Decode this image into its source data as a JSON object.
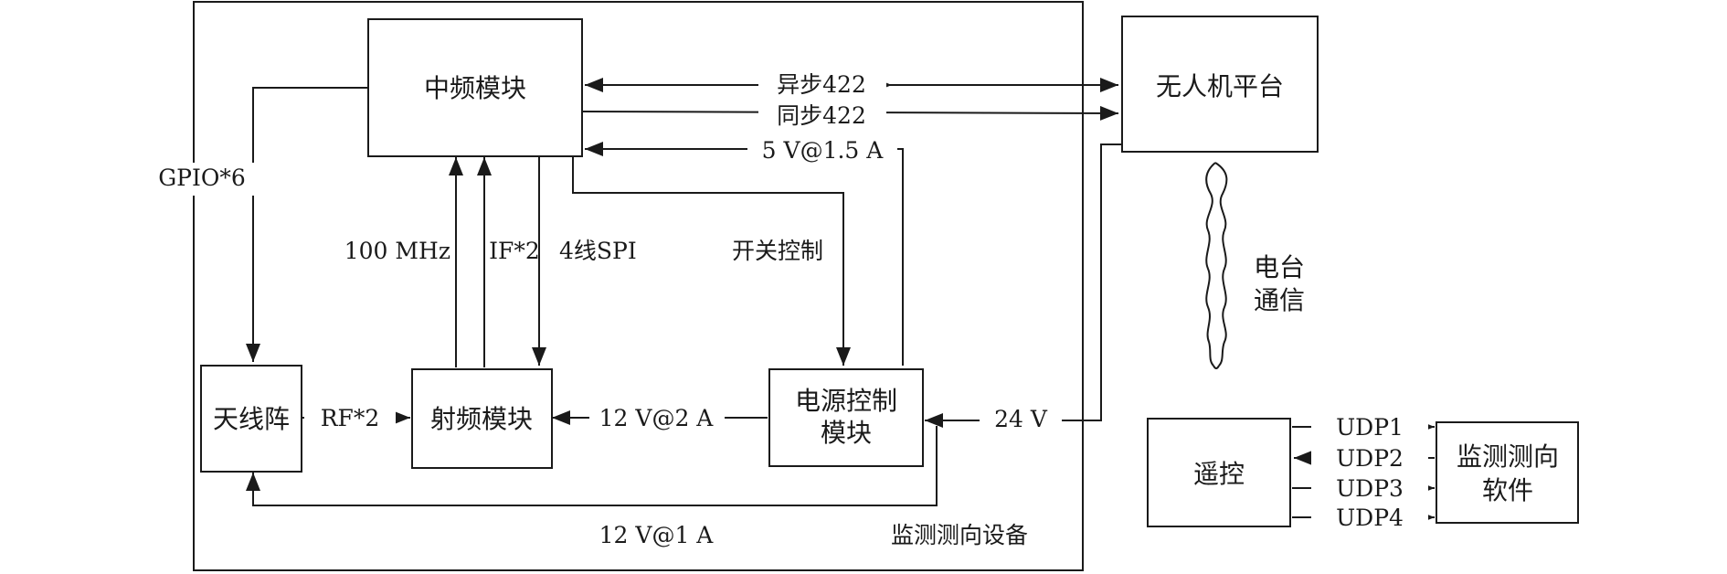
{
  "blocks": {
    "if_module": "中频模块",
    "uav_platform": "无人机平台",
    "antenna_array": "天线阵",
    "rf_module": "射频模块",
    "power_control_line1": "电源控制",
    "power_control_line2": "模块",
    "remote_control": "遥控",
    "software_line1": "监测测向",
    "software_line2": "软件"
  },
  "labels": {
    "async_422": "异步422",
    "sync_422": "同步422",
    "power_5v": "5 V@1.5 A",
    "gpio": "GPIO*6",
    "clock_100mhz": "100 MHz",
    "if_x2": "IF*2",
    "spi_4wire": "4线SPI",
    "switch_control": "开关控制",
    "rf_x2": "RF*2",
    "power_12v_2a": "12 V@2 A",
    "power_24v": "24 V",
    "power_12v_1a": "12 V@1 A",
    "device_name": "监测测向设备",
    "radio_link_line1": "电台",
    "radio_link_line2": "通信",
    "udp1": "UDP1",
    "udp2": "UDP2",
    "udp3": "UDP3",
    "udp4": "UDP4"
  }
}
